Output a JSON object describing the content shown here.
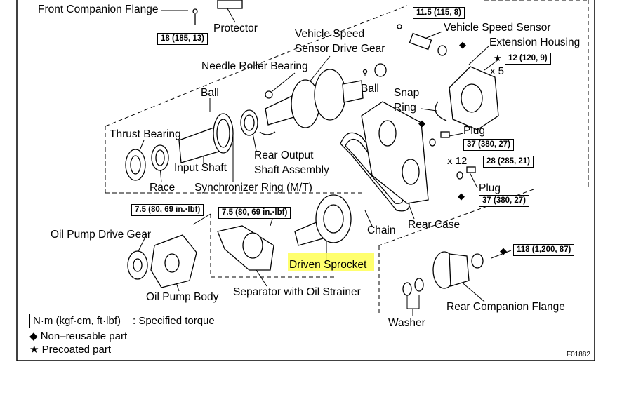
{
  "labels": {
    "front_companion_flange": "Front Companion Flange",
    "protector": "Protector",
    "vehicle_speed_sensor_drive_gear_1": "Vehicle Speed",
    "vehicle_speed_sensor_drive_gear_2": "Sensor Drive Gear",
    "vehicle_speed_sensor": "Vehicle Speed Sensor",
    "extension_housing": "Extension Housing",
    "needle_roller_bearing": "Needle Roller Bearing",
    "ball_1": "Ball",
    "ball_2": "Ball",
    "snap_ring_1": "Snap",
    "snap_ring_2": "Ring",
    "thrust_bearing": "Thrust Bearing",
    "input_shaft": "Input Shaft",
    "race": "Race",
    "synchronizer_ring": "Synchronizer Ring (M/T)",
    "rear_output_shaft_1": "Rear Output",
    "rear_output_shaft_2": "Shaft Assembly",
    "plug_1": "Plug",
    "plug_2": "Plug",
    "chain": "Chain",
    "rear_case": "Rear Case",
    "oil_pump_drive_gear": "Oil Pump Drive Gear",
    "driven_sprocket": "Driven Sprocket",
    "oil_pump_body": "Oil Pump Body",
    "separator": "Separator with Oil Strainer",
    "rear_companion_flange": "Rear Companion Flange",
    "washer": "Washer"
  },
  "torques": {
    "t1": "18 (185, 13)",
    "t2": "11.5 (115, 8)",
    "t3": "12 (120, 9)",
    "t4": "37 (380, 27)",
    "t5": "28 (285, 21)",
    "t6": "37 (380, 27)",
    "t7": "7.5 (80, 69 in.·lbf)",
    "t8": "7.5 (80, 69 in.·lbf)",
    "t9": "118 (1,200, 87)"
  },
  "multipliers": {
    "x5": "x 5",
    "x12": "x 12"
  },
  "legend": {
    "unit": "N·m (kgf·cm, ft·lbf)",
    "unit_desc": ": Specified torque",
    "nonreusable": "◆ Non–reusable part",
    "precoated": "★ Precoated part"
  },
  "figure_code": "F01882",
  "colors": {
    "highlight": "#ffff55",
    "line": "#000000"
  }
}
